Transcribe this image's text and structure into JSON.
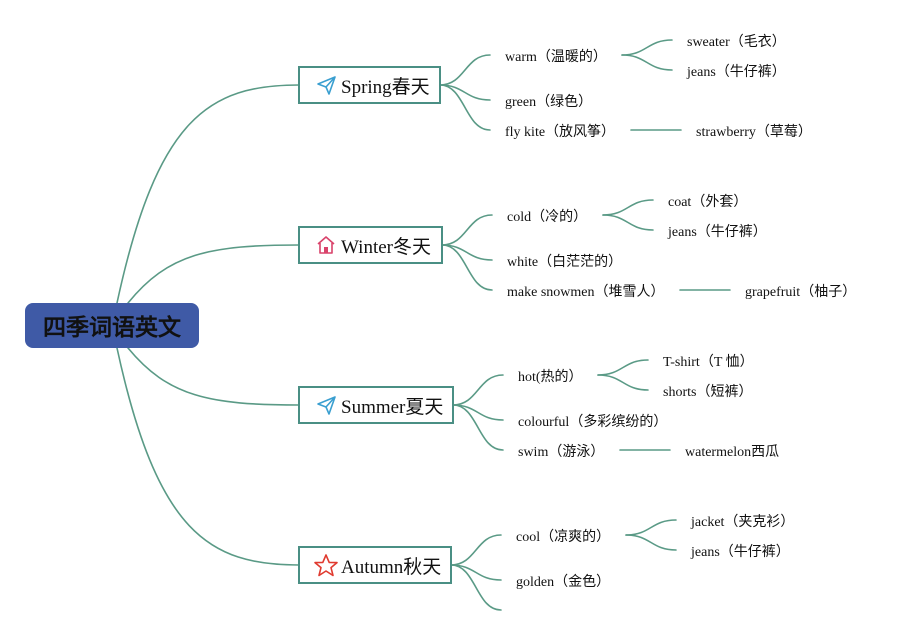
{
  "root": {
    "label": "四季词语英文",
    "colors": {
      "box": "#3f5aa6",
      "edge": "#5a9a86",
      "branch_border": "#4a8f84"
    }
  },
  "branches": [
    {
      "label": "Spring春天",
      "icon": "paper-plane-icon",
      "icon_color": "#3a9fd0",
      "items": [
        {
          "label": "warm（温暖的）",
          "children": [
            "sweater（毛衣）",
            "jeans（牛仔裤）"
          ]
        },
        {
          "label": "green（绿色）"
        },
        {
          "label": "fly kite（放风筝）",
          "link": "strawberry（草莓）"
        }
      ]
    },
    {
      "label": "Winter冬天",
      "icon": "home-icon",
      "icon_color": "#d9436b",
      "items": [
        {
          "label": "cold（冷的）",
          "children": [
            "coat（外套）",
            "jeans（牛仔裤）"
          ]
        },
        {
          "label": "white（白茫茫的）"
        },
        {
          "label": "make snowmen（堆雪人）",
          "link": "grapefruit（柚子）"
        }
      ]
    },
    {
      "label": "Summer夏天",
      "icon": "paper-plane-icon",
      "icon_color": "#3a9fd0",
      "items": [
        {
          "label": "hot(热的）",
          "children": [
            "T-shirt（T 恤）",
            "shorts（短裤）"
          ]
        },
        {
          "label": "colourful（多彩缤纷的）"
        },
        {
          "label": "swim（游泳）",
          "link": "watermelon西瓜"
        }
      ]
    },
    {
      "label": "Autumn秋天",
      "icon": "star-icon",
      "icon_color": "#e03a2f",
      "items": [
        {
          "label": "cool（凉爽的）",
          "children": [
            "jacket（夹克衫）",
            "jeans（牛仔裤）"
          ]
        },
        {
          "label": "golden（金色）"
        },
        {
          "label": ""
        }
      ]
    }
  ]
}
